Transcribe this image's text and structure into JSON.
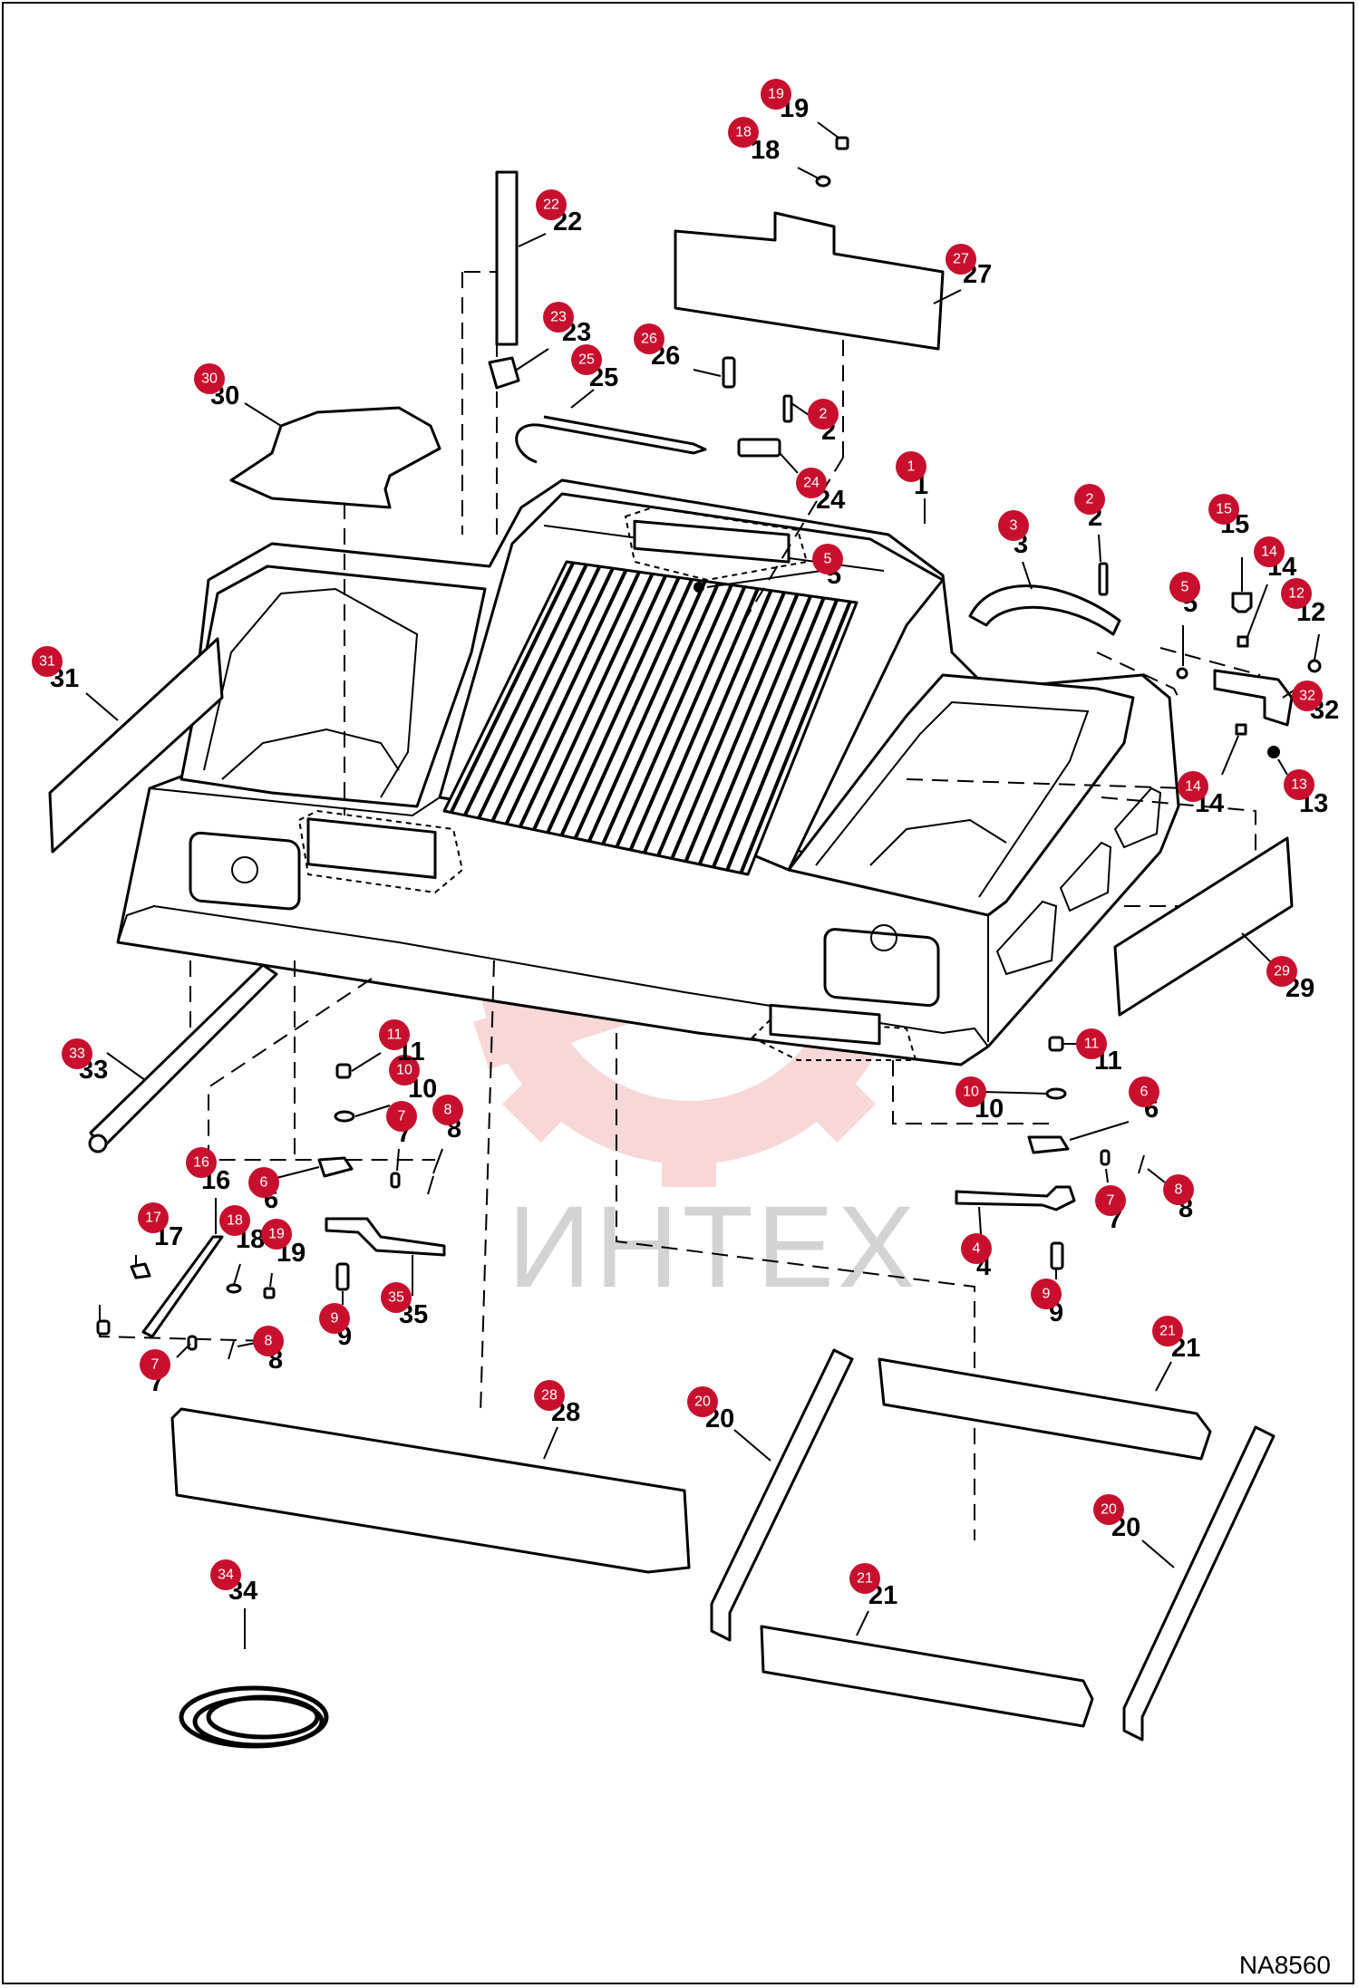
{
  "drawing_id": "NA8560",
  "watermark": {
    "text": "ИНТЕХ",
    "color": "#f2b8b8"
  },
  "colors": {
    "bubble": "#c8102e",
    "line": "#000000"
  },
  "callouts": [
    {
      "id": "c1",
      "bubble": "1",
      "label": "1"
    },
    {
      "id": "c2a",
      "bubble": "2",
      "label": "2"
    },
    {
      "id": "c2b",
      "bubble": "2",
      "label": "2"
    },
    {
      "id": "c3",
      "bubble": "3",
      "label": "3"
    },
    {
      "id": "c4",
      "bubble": "4",
      "label": "4"
    },
    {
      "id": "c5a",
      "bubble": "5",
      "label": "5"
    },
    {
      "id": "c5b",
      "bubble": "5",
      "label": "5"
    },
    {
      "id": "c6a",
      "bubble": "6",
      "label": "6"
    },
    {
      "id": "c6b",
      "bubble": "6",
      "label": "6"
    },
    {
      "id": "c7a",
      "bubble": "7",
      "label": "7"
    },
    {
      "id": "c7b",
      "bubble": "7",
      "label": "7"
    },
    {
      "id": "c7c",
      "bubble": "7",
      "label": "7"
    },
    {
      "id": "c8a",
      "bubble": "8",
      "label": "8"
    },
    {
      "id": "c8b",
      "bubble": "8",
      "label": "8"
    },
    {
      "id": "c8c",
      "bubble": "8",
      "label": "8"
    },
    {
      "id": "c9a",
      "bubble": "9",
      "label": "9"
    },
    {
      "id": "c9b",
      "bubble": "9",
      "label": "9"
    },
    {
      "id": "c10a",
      "bubble": "10",
      "label": "10"
    },
    {
      "id": "c10b",
      "bubble": "10",
      "label": "10"
    },
    {
      "id": "c11a",
      "bubble": "11",
      "label": "11"
    },
    {
      "id": "c11b",
      "bubble": "11",
      "label": "11"
    },
    {
      "id": "c12",
      "bubble": "12",
      "label": "12"
    },
    {
      "id": "c13",
      "bubble": "13",
      "label": "13"
    },
    {
      "id": "c14a",
      "bubble": "14",
      "label": "14"
    },
    {
      "id": "c14b",
      "bubble": "14",
      "label": "14"
    },
    {
      "id": "c15",
      "bubble": "15",
      "label": "15"
    },
    {
      "id": "c16",
      "bubble": "16",
      "label": "16"
    },
    {
      "id": "c17",
      "bubble": "17",
      "label": "17"
    },
    {
      "id": "c18a",
      "bubble": "18",
      "label": "18"
    },
    {
      "id": "c18b",
      "bubble": "18",
      "label": "18"
    },
    {
      "id": "c19a",
      "bubble": "19",
      "label": "19"
    },
    {
      "id": "c19b",
      "bubble": "19",
      "label": "19"
    },
    {
      "id": "c20a",
      "bubble": "20",
      "label": "20"
    },
    {
      "id": "c20b",
      "bubble": "20",
      "label": "20"
    },
    {
      "id": "c21a",
      "bubble": "21",
      "label": "21"
    },
    {
      "id": "c21b",
      "bubble": "21",
      "label": "21"
    },
    {
      "id": "c22",
      "bubble": "22",
      "label": "22"
    },
    {
      "id": "c23",
      "bubble": "23",
      "label": "23"
    },
    {
      "id": "c24",
      "bubble": "24",
      "label": "24"
    },
    {
      "id": "c25",
      "bubble": "25",
      "label": "25"
    },
    {
      "id": "c26",
      "bubble": "26",
      "label": "26"
    },
    {
      "id": "c27",
      "bubble": "27",
      "label": "27"
    },
    {
      "id": "c28",
      "bubble": "28",
      "label": "28"
    },
    {
      "id": "c29",
      "bubble": "29",
      "label": "29"
    },
    {
      "id": "c30",
      "bubble": "30",
      "label": "30"
    },
    {
      "id": "c31",
      "bubble": "31",
      "label": "31"
    },
    {
      "id": "c32",
      "bubble": "32",
      "label": "32"
    },
    {
      "id": "c33",
      "bubble": "33",
      "label": "33"
    },
    {
      "id": "c34",
      "bubble": "34",
      "label": "34"
    },
    {
      "id": "c35",
      "bubble": "35",
      "label": "35"
    }
  ]
}
